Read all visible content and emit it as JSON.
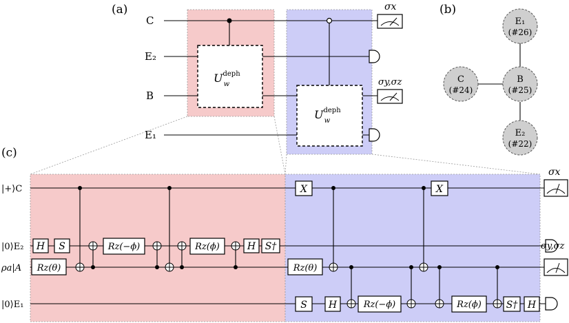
{
  "panels": {
    "a": "(a)",
    "b": "(b)",
    "c": "(c)"
  },
  "colors": {
    "red_region": "#f6caca",
    "blue_region": "#cdcdf7",
    "node_fill": "#cfcfcf"
  },
  "panel_a": {
    "wires": [
      "C",
      "E₂",
      "B",
      "E₁"
    ],
    "unitary_main": "U",
    "unitary_sup": "deph",
    "unitary_sub": "w",
    "meas_top_label": "σx",
    "meas_mid_label": "σy,σz"
  },
  "panel_b": {
    "nodes": [
      {
        "name": "E₁",
        "id": "(#26)"
      },
      {
        "name": "C",
        "id": "(#24)"
      },
      {
        "name": "B",
        "id": "(#25)"
      },
      {
        "name": "E₂",
        "id": "(#22)"
      }
    ]
  },
  "panel_c": {
    "wire_labels": [
      "|+⟩C",
      "|0⟩E₂",
      "ρa|A",
      "|0⟩E₁"
    ],
    "gates_red": [
      "H",
      "S",
      "Rz(θ)",
      "Rz(−ϕ)",
      "Rz(ϕ)",
      "H",
      "S†"
    ],
    "gates_blue": [
      "X",
      "X",
      "Rz(θ)",
      "S",
      "H",
      "Rz(−ϕ)",
      "Rz(ϕ)",
      "S†",
      "H"
    ],
    "meas_top_label": "σx",
    "meas_mid_label": "σy,σz"
  }
}
